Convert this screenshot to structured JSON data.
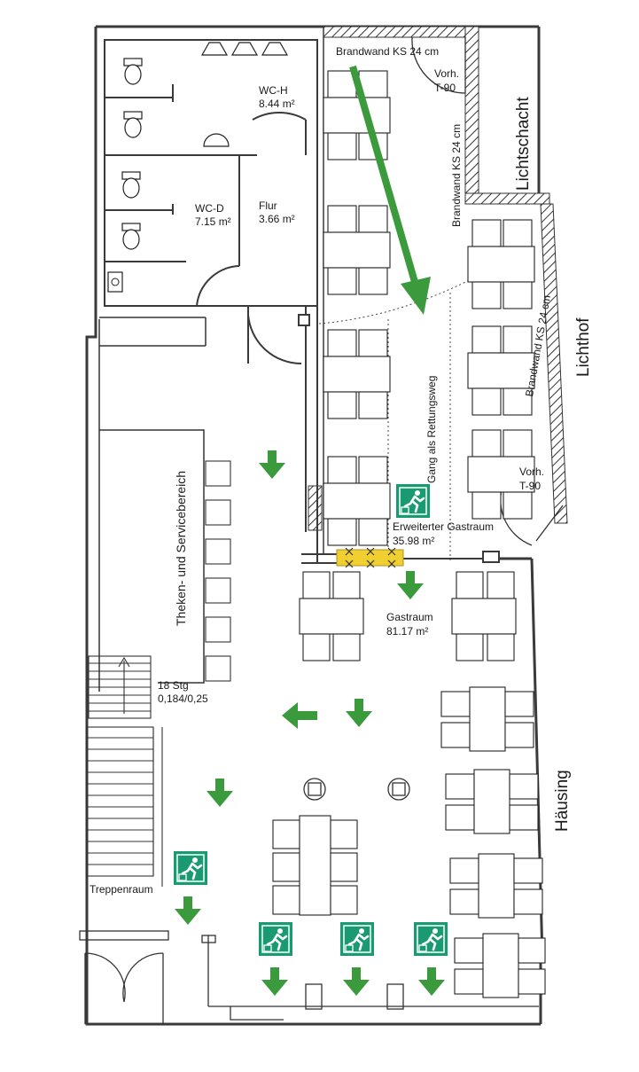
{
  "rooms": {
    "wc_h": {
      "name": "WC-H",
      "area": "8.44 m²"
    },
    "wc_d": {
      "name": "WC-D",
      "area": "7.15 m²"
    },
    "flur": {
      "name": "Flur",
      "area": "3.66 m²"
    },
    "erweiterter_gastraum": {
      "name": "Erweiterter Gastraum",
      "area": "35.98 m²"
    },
    "gastraum": {
      "name": "Gastraum",
      "area": "81.17 m²"
    },
    "theke": {
      "name": "Theken- und Servicebereich"
    },
    "treppenraum": {
      "name": "Treppenraum"
    },
    "lichtschacht": {
      "name": "Lichtschacht"
    },
    "lichthof": {
      "name": "Lichthof"
    },
    "haeusing": {
      "name": "Häusing"
    }
  },
  "annotations": {
    "brandwand_top": "Brandwand KS 24 cm",
    "brandwand_mid": "Brandwand KS 24 cm",
    "brandwand_right": "Brandwand KS 24 cm",
    "vorh_top_1": "Vorh.",
    "vorh_top_2": "T-90",
    "vorh_right_1": "Vorh.",
    "vorh_right_2": "T-90",
    "rettungsweg": "Gang als Rettungsweg",
    "stairs_1": "18 Stg",
    "stairs_2": "0,184/0,25"
  },
  "icons": {
    "exit_sign": "emergency-exit-running-man-icon",
    "arrow": "escape-route-arrow-icon"
  },
  "colors": {
    "exit_green": "#1a9a72",
    "arrow_green": "#3a9a3c",
    "fire_door_yellow": "#f0d030",
    "wall": "#3a3a3a"
  }
}
